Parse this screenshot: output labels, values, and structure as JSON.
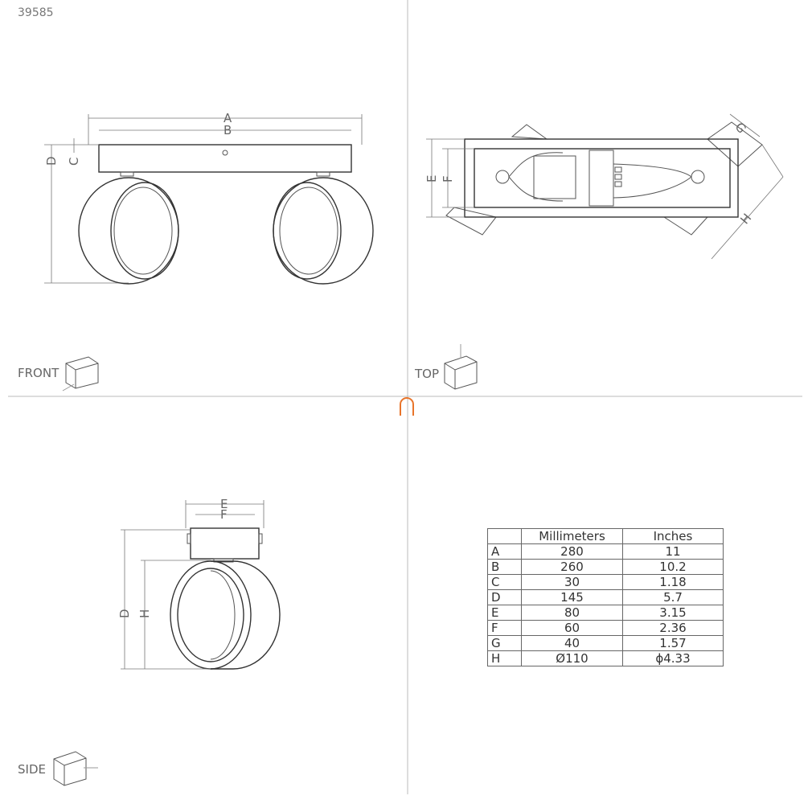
{
  "product_code": "39585",
  "views": {
    "front": "FRONT",
    "top": "TOP",
    "side": "SIDE"
  },
  "dim_labels": {
    "A": "A",
    "B": "B",
    "C": "C",
    "D": "D",
    "E": "E",
    "F": "F",
    "G": "G",
    "H": "H"
  },
  "table": {
    "headers": [
      "",
      "Millimeters",
      "Inches"
    ],
    "rows": [
      {
        "key": "A",
        "mm": "280",
        "in": "11"
      },
      {
        "key": "B",
        "mm": "260",
        "in": "10.2"
      },
      {
        "key": "C",
        "mm": "30",
        "in": "1.18"
      },
      {
        "key": "D",
        "mm": "145",
        "in": "5.7"
      },
      {
        "key": "E",
        "mm": "80",
        "in": "3.15"
      },
      {
        "key": "F",
        "mm": "60",
        "in": "2.36"
      },
      {
        "key": "G",
        "mm": "40",
        "in": "1.57"
      },
      {
        "key": "H",
        "mm": "Ø110",
        "in": "ϕ4.33"
      }
    ]
  },
  "colors": {
    "accent": "#e8742a"
  }
}
